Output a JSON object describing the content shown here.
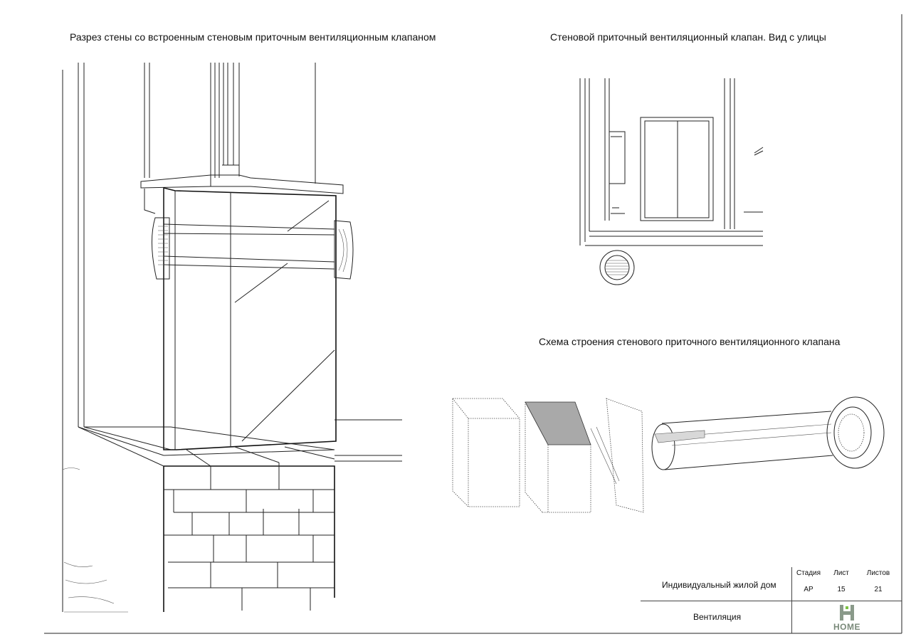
{
  "titles": {
    "section": "Разрез стены со встроенным стеновым приточным вентиляционным клапаном",
    "street_view": "Стеновой приточный вентиляционный клапан. Вид с улицы",
    "schema": "Схема строения стенового приточного вентиляционного клапана"
  },
  "title_block": {
    "project": "Индивидуальный жилой дом",
    "sheet_name": "Вентиляция",
    "stage_label": "Стадия",
    "stage_value": "АР",
    "sheet_label": "Лист",
    "sheet_value": "15",
    "sheets_label": "Листов",
    "sheets_value": "21",
    "logo_text": "HOME",
    "logo_accent": "#7cc242",
    "logo_gray": "#8a9a8a"
  }
}
